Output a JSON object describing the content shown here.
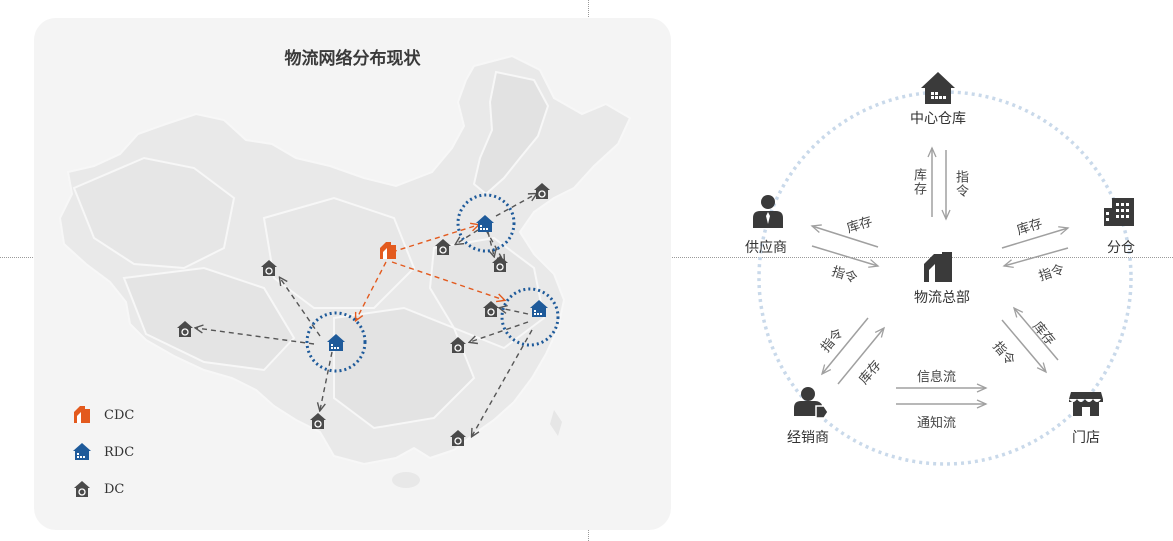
{
  "map_panel": {
    "title": "物流网络分布现状",
    "legend": [
      {
        "id": "cdc",
        "label": "CDC",
        "color": "#e35a1e"
      },
      {
        "id": "rdc",
        "label": "RDC",
        "color": "#1e5a9a"
      },
      {
        "id": "dc",
        "label": "DC",
        "color": "#4a4a4a"
      }
    ]
  },
  "flow_diagram": {
    "nodes": {
      "center_warehouse": "中心仓库",
      "supplier": "供应商",
      "branch_warehouse": "分仓",
      "headquarters": "物流总部",
      "distributor": "经销商",
      "store": "门店"
    },
    "edge_labels": {
      "inventory": "库存",
      "command": "指令",
      "info_flow": "信息流",
      "notice_flow": "通知流"
    }
  },
  "colors": {
    "cdc": "#e35a1e",
    "rdc": "#1e5a9a",
    "dc": "#4a4a4a",
    "arrow": "#a0a0a0",
    "ring": "#c9d9ea"
  }
}
